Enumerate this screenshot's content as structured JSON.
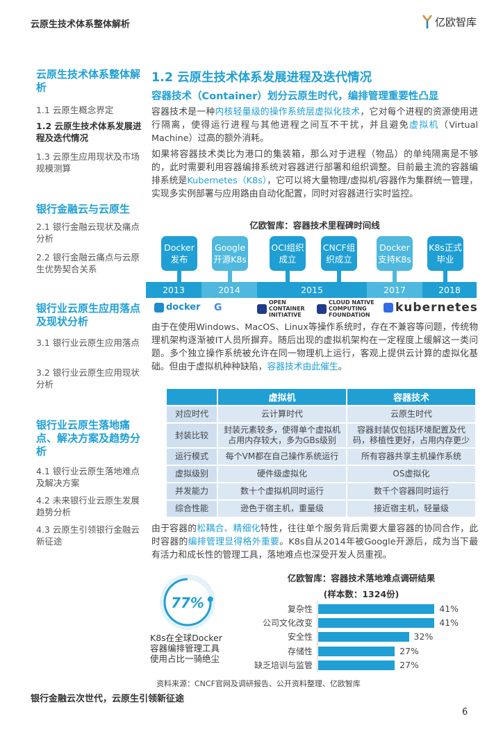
{
  "header": {
    "title": "云原生技术体系整体解析",
    "logo_text": "亿欧智库"
  },
  "sidebar": [
    {
      "heading": "云原生技术体系整体解析",
      "items": [
        {
          "label": "1.1 云原生概念界定",
          "active": false
        },
        {
          "label": "1.2 云原生技术体系发展进程及迭代情况",
          "active": true
        },
        {
          "label": "1.3 云原生应用现状及市场规模测算",
          "active": false
        }
      ]
    },
    {
      "heading": "银行金融云与云原生",
      "items": [
        {
          "label": "2.1 银行金融云现状及痛点分析",
          "active": false
        },
        {
          "label": "2.2 银行金融云痛点与云原生优势契合关系",
          "active": false
        }
      ]
    },
    {
      "heading": "银行业云原生应用落点及现状分析",
      "items": [
        {
          "label": "3.1 银行业云原生应用落点",
          "active": false
        },
        {
          "label": "3.2 银行业云原生应用现状分析",
          "active": false
        }
      ]
    },
    {
      "heading": "银行业云原生落地痛点、解决方案及趋势分析",
      "items": [
        {
          "label": "4.1 银行业云原生落地难点及解决方案",
          "active": false
        },
        {
          "label": "4.2 未来银行业云原生发展趋势分析",
          "active": false
        },
        {
          "label": "4.3 云原生引领银行金融云新征途",
          "active": false
        }
      ]
    }
  ],
  "main": {
    "title": "1.2 云原生技术体系发展进程及迭代情况",
    "subtitle": "容器技术（Container）划分云原生时代，编排管理重要性凸显",
    "paragraphs": [
      [
        {
          "t": "容器技术是一种"
        },
        {
          "t": "内核轻量级的操作系统层虚拟化技术",
          "hl": true
        },
        {
          "t": "，它对每个进程的资源使用进行隔离，使得运行进程与其他进程之间互不干扰，并且避免"
        },
        {
          "t": "虚拟机",
          "hl": true
        },
        {
          "t": "（Virtual Machine）过高的额外消耗。"
        }
      ],
      [
        {
          "t": "如果将容器技术类比为港口的集装箱，那么对于进程（物品）的单纯隔离是不够的，此时需要利用容器编排系统对容器进行部署和组织调整。目前最主流的容器编排系统是"
        },
        {
          "t": "Kubernetes（K8s）",
          "hl": true
        },
        {
          "t": "，它可以将大量物理/虚拟机/容器作为集群统一管理，实现多实例部署与应用路由自动化配置，同时对容器进行实时监控。"
        }
      ],
      [
        {
          "t": "由于在使用Windows、MacOS、Linux等操作系统时，存在不兼容等问题，传统物理机架构逐渐被IT人员所摒弃。随后出现的虚拟机架构在一定程度上缓解这一类问题。多个独立操作系统被允许在同一物理机上运行，客观上提供云计算的虚拟化基础。但由于虚拟机种种缺陷，"
        },
        {
          "t": "容器技术由此催生",
          "hl": true
        },
        {
          "t": "。"
        }
      ],
      [
        {
          "t": "由于容器的"
        },
        {
          "t": "松耦合、精细化",
          "hl": true
        },
        {
          "t": "特性，往往单个服务背后需要大量容器的协同合作，此时容器的"
        },
        {
          "t": "编排管理显得格外重要",
          "hl": true
        },
        {
          "t": "。K8s自从2014年被Google开源后，成为当下最有活力和成长性的管理工具，落地难点也深受开发人员重视。"
        }
      ]
    ],
    "timeline": {
      "title": "亿欧智库：容器技术里程碑时间线",
      "milestones": [
        "Docker\n发布",
        "Google\n开源K8s",
        "OCI组织\n成立",
        "CNCF组\n织成立",
        "Docker\n支持K8s",
        "K8s正式\n毕业"
      ],
      "years": [
        "2013",
        "2014",
        "2015",
        "2017",
        "2018"
      ],
      "logos": [
        "docker",
        "G",
        "OPEN CONTAINER INITIATIVE",
        "CLOUD NATIVE COMPUTING FOUNDATION",
        "kubernetes"
      ]
    },
    "table": {
      "headers": [
        "",
        "虚拟机",
        "容器技术"
      ],
      "rows": [
        [
          "对应时代",
          "云计算时代",
          "云原生时代"
        ],
        [
          "封装比较",
          "封装元素较多，使得单个虚拟机占用内存较大，多为GBs级别",
          "容器封装仅包括环境配置及代码，移植性更好，占用内存更少"
        ],
        [
          "运行模式",
          "每个VM都在自己操作系统运行",
          "所有容器共享主机操作系统"
        ],
        [
          "虚拟级别",
          "硬件级虚拟化",
          "OS虚拟化"
        ],
        [
          "并发能力",
          "数十个虚拟机同时运行",
          "数千个容器同时运行"
        ],
        [
          "综合性能",
          "逊色于宿主机，重量级",
          "接近宿主机，轻量级"
        ]
      ]
    },
    "stat": {
      "value": "77%",
      "percent": 77,
      "caption": "K8s在全球Docker容器编排管理工具使用占比一骑绝尘"
    },
    "chart_data": {
      "type": "bar",
      "orientation": "horizontal",
      "title": "亿欧智库：容器技术落地难点调研结果",
      "subtitle": "(样本数：1324份)",
      "categories": [
        "复杂性",
        "公司文化改变",
        "安全性",
        "存储性",
        "缺乏培训与监管"
      ],
      "values": [
        41,
        41,
        32,
        27,
        27
      ],
      "value_labels": [
        "41%",
        "41%",
        "32%",
        "27%",
        "27%"
      ],
      "color": "#1f9fd4"
    },
    "source": "资料来源：CNCF官网及调研报告、公开资料整理、亿欧智库"
  },
  "footer": {
    "tagline": "银行金融云次世代，云原生引领新征途",
    "page": "6"
  }
}
